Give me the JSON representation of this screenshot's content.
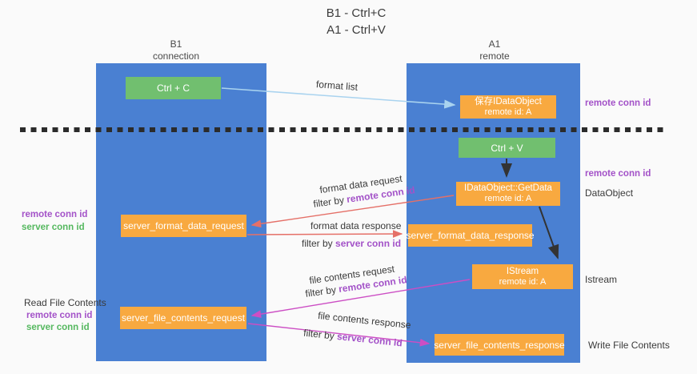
{
  "title": {
    "line1": "B1 - Ctrl+C",
    "line2": "A1 - Ctrl+V"
  },
  "columns": {
    "left": {
      "name": "B1",
      "subtitle": "connection"
    },
    "right": {
      "name": "A1",
      "subtitle": "remote"
    }
  },
  "boxes": {
    "ctrl_c": {
      "label": "Ctrl + C"
    },
    "save_idataobject": {
      "line1": "保存IDataObject",
      "line2": "remote id: A"
    },
    "ctrl_v": {
      "label": "Ctrl + V"
    },
    "getdata": {
      "line1": "IDataObject::GetData",
      "line2": "remote id: A"
    },
    "server_format_data_request": {
      "label": "server_format_data_request"
    },
    "server_format_data_response": {
      "label": "server_format_data_response"
    },
    "istream": {
      "line1": "IStream",
      "line2": "remote id: A"
    },
    "server_file_contents_request": {
      "label": "server_file_contents_request"
    },
    "server_file_contents_response": {
      "label": "server_file_contents_response"
    }
  },
  "flow_labels": {
    "format_list": "format list",
    "format_data_request": {
      "title": "format data request",
      "filter_prefix": "filter by ",
      "filter_key": "remote conn id"
    },
    "format_data_response": {
      "title": "format data response",
      "filter_prefix": "filter by ",
      "filter_key": "server conn id"
    },
    "file_contents_request": {
      "title": "file contents request",
      "filter_prefix": "filter by ",
      "filter_key": "remote conn id"
    },
    "file_contents_response": {
      "title": "file contents response",
      "filter_prefix": "filter by ",
      "filter_key": "server conn id"
    }
  },
  "left_annotations": {
    "mid_remote": "remote conn id",
    "mid_server": "server conn id",
    "read_title": "Read File Contents",
    "bottom_remote": "remote conn id",
    "bottom_server": "server conn id"
  },
  "right_annotations": {
    "top_remote": "remote conn id",
    "mid_remote": "remote conn id",
    "dataobject": "DataObject",
    "istream": "Istream",
    "write_title": "Write File Contents"
  },
  "colors": {
    "column_blue": "#4a80d2",
    "box_green": "#71bf6f",
    "box_orange": "#f8a940",
    "purple_text": "#a352c8",
    "green_text": "#55b85f",
    "red_arrow": "#e57068",
    "magenta_arrow": "#cc4ec4",
    "light_blue_arrow": "#a9d3ef",
    "black_arrow": "#333333",
    "background": "#fafafa"
  }
}
